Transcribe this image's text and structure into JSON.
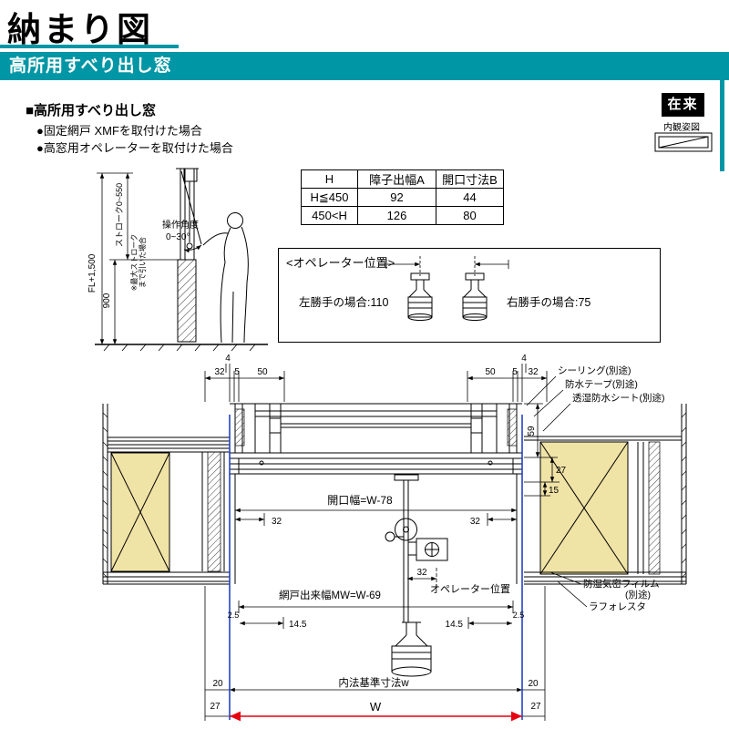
{
  "colors": {
    "teal": "#0096A5",
    "wood": "#F0E3A6",
    "blue": "#2342C8",
    "red": "#E60012"
  },
  "header": {
    "title": "納まり図",
    "band": "高所用すべり出し窓",
    "tag": "在来",
    "tag_caption": "内観姿図"
  },
  "intro": {
    "heading": "■高所用すべり出し窓",
    "bullet1": "●固定網戸 XMFを取付けた場合",
    "bullet2": "●高窓用オペレーターを取付けた場合"
  },
  "left_diagram": {
    "fl": "FL+1,500",
    "h900": "900",
    "stroke": "ストローク0~550",
    "note1": "※最大ストローク",
    "note2": "まで引いた場合",
    "angle1": "操作角度",
    "angle2": "0~30°"
  },
  "table": {
    "headers": [
      "H",
      "障子出幅A",
      "開口寸法B"
    ],
    "rows": [
      [
        "H≦450",
        "92",
        "44"
      ],
      [
        "450<H",
        "126",
        "80"
      ]
    ]
  },
  "operator_box": {
    "title": "<オペレーター位置>",
    "left_label": "左勝手の場合:110",
    "right_label": "右勝手の場合:75"
  },
  "drawing": {
    "top_left": {
      "d4": "4",
      "d32": "32",
      "d5": "5",
      "d50": "50"
    },
    "top_right": {
      "d50": "50",
      "d5": "5",
      "d32": "32",
      "d4": "4"
    },
    "ann_sealing": "シーリング(別途)",
    "ann_tape": "防水テープ(別途)",
    "ann_sheet": "透湿防水シート(別途)",
    "side": {
      "d59": "59",
      "d27": "27",
      "d15": "15"
    },
    "opening": "開口幅=W-78",
    "d32L": "32",
    "d32R": "32",
    "screen": "網戸出来幅MW=W-69",
    "d25L": "2.5",
    "d25R": "2.5",
    "d145L": "14.5",
    "d145R": "14.5",
    "op_d32": "32",
    "op_label": "オペレーター位置",
    "ann_film1": "防湿気密フィルム",
    "ann_film2": "(別途)",
    "ann_laforesta": "ラフォレスタ",
    "inner_width": "内法基準寸法w",
    "d20L": "20",
    "d20R": "20",
    "d27L": "27",
    "d27R": "27",
    "w": "W"
  }
}
